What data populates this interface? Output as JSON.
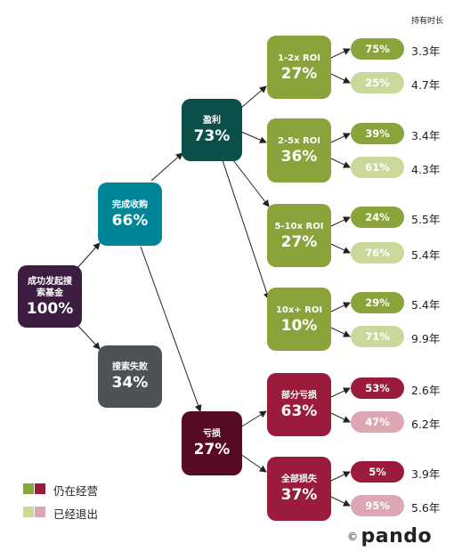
{
  "header": {
    "hold_period": "持有时长"
  },
  "nodes": {
    "root": {
      "label": "成功发起搜索基金",
      "pct": "100%",
      "color": "#3c1c3f"
    },
    "acquired": {
      "label": "完成收购",
      "pct": "66%",
      "color": "#008597"
    },
    "failed": {
      "label": "搜索失败",
      "pct": "34%",
      "color": "#4f5254"
    },
    "profit": {
      "label": "盈利",
      "pct": "73%",
      "color": "#0b4f48"
    },
    "loss": {
      "label": "亏损",
      "pct": "27%",
      "color": "#570a26"
    },
    "roi1": {
      "label": "1-2x ROI",
      "pct": "27%",
      "color": "#8aa33a"
    },
    "roi2": {
      "label": "2-5x ROI",
      "pct": "36%",
      "color": "#8aa33a"
    },
    "roi3": {
      "label": "5-10x ROI",
      "pct": "27%",
      "color": "#8aa33a"
    },
    "roi4": {
      "label": "10x+ ROI",
      "pct": "10%",
      "color": "#8aa33a"
    },
    "partial": {
      "label": "部分亏损",
      "pct": "63%",
      "color": "#9a1b3b"
    },
    "total": {
      "label": "全部损失",
      "pct": "37%",
      "color": "#9a1b3b"
    }
  },
  "outcomes": [
    {
      "operating": "75%",
      "op_years": "3.3年",
      "exited": "25%",
      "ex_years": "4.7年"
    },
    {
      "operating": "39%",
      "op_years": "3.4年",
      "exited": "61%",
      "ex_years": "4.3年"
    },
    {
      "operating": "24%",
      "op_years": "5.5年",
      "exited": "76%",
      "ex_years": "5.4年"
    },
    {
      "operating": "29%",
      "op_years": "5.4年",
      "exited": "71%",
      "ex_years": "9.9年"
    },
    {
      "operating": "53%",
      "op_years": "2.6年",
      "exited": "47%",
      "ex_years": "6.2年"
    },
    {
      "operating": "5%",
      "op_years": "3.9年",
      "exited": "95%",
      "ex_years": "5.6年"
    }
  ],
  "colors": {
    "green_dark": "#8aa33a",
    "green_light": "#cbd89b",
    "red_dark": "#9a1b3b",
    "red_light": "#dca7b3"
  },
  "legend": {
    "operating": "仍在经营",
    "exited": "已经退出"
  },
  "logo": {
    "text": "pando",
    "symbol": "©"
  }
}
